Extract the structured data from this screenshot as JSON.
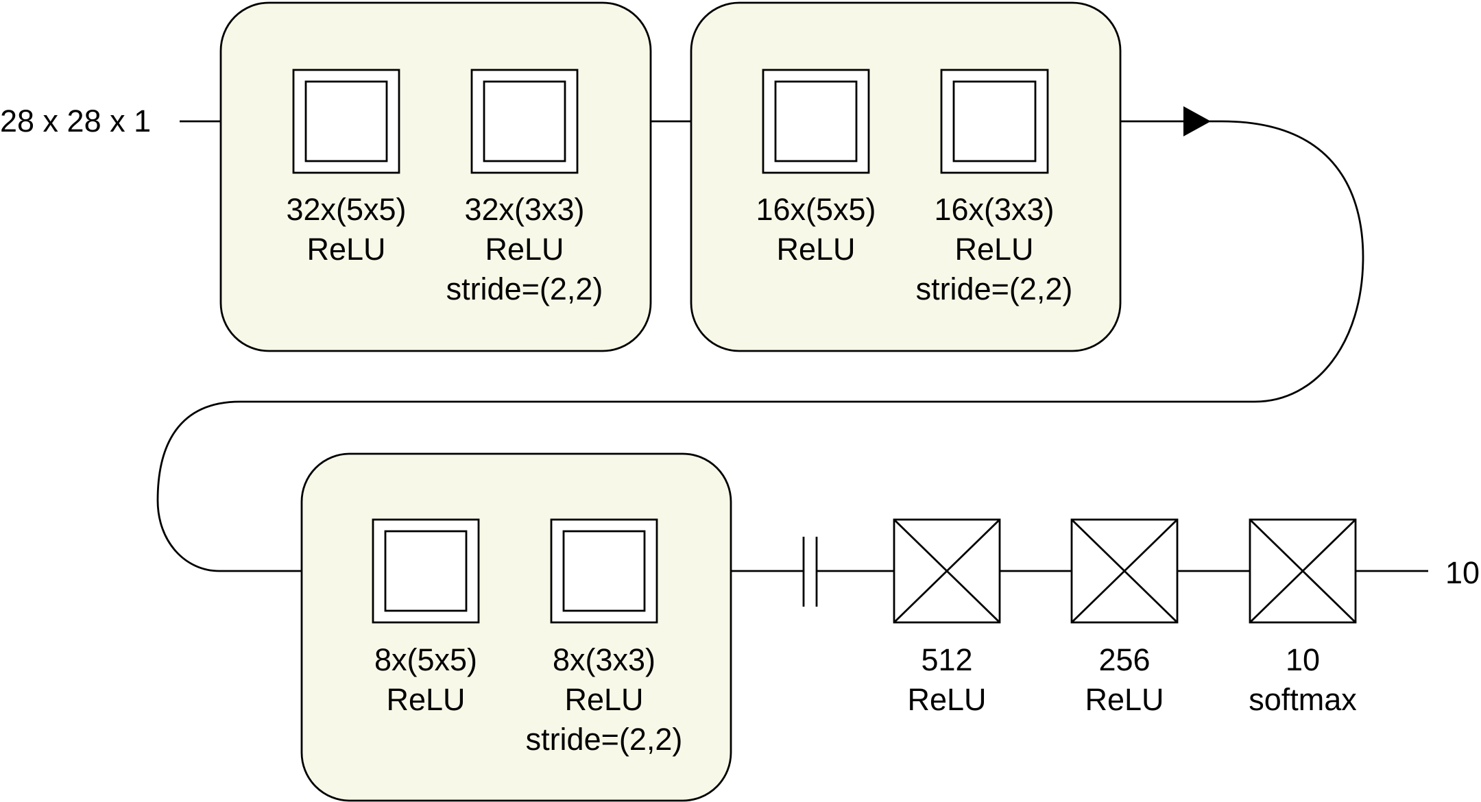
{
  "input_label": "28 x 28 x 1",
  "output_label": "10",
  "conv_blocks": [
    {
      "layers": [
        {
          "lines": [
            "32x(5x5)",
            "ReLU"
          ]
        },
        {
          "lines": [
            "32x(3x3)",
            "ReLU",
            "stride=(2,2)"
          ]
        }
      ]
    },
    {
      "layers": [
        {
          "lines": [
            "16x(5x5)",
            "ReLU"
          ]
        },
        {
          "lines": [
            "16x(3x3)",
            "ReLU",
            "stride=(2,2)"
          ]
        }
      ]
    },
    {
      "layers": [
        {
          "lines": [
            "8x(5x5)",
            "ReLU"
          ]
        },
        {
          "lines": [
            "8x(3x3)",
            "ReLU",
            "stride=(2,2)"
          ]
        }
      ]
    }
  ],
  "dense_layers": [
    {
      "lines": [
        "512",
        "ReLU"
      ]
    },
    {
      "lines": [
        "256",
        "ReLU"
      ]
    },
    {
      "lines": [
        "10",
        "softmax"
      ]
    }
  ],
  "colors": {
    "block_fill": "#f8f8e8",
    "stroke": "#000000"
  }
}
